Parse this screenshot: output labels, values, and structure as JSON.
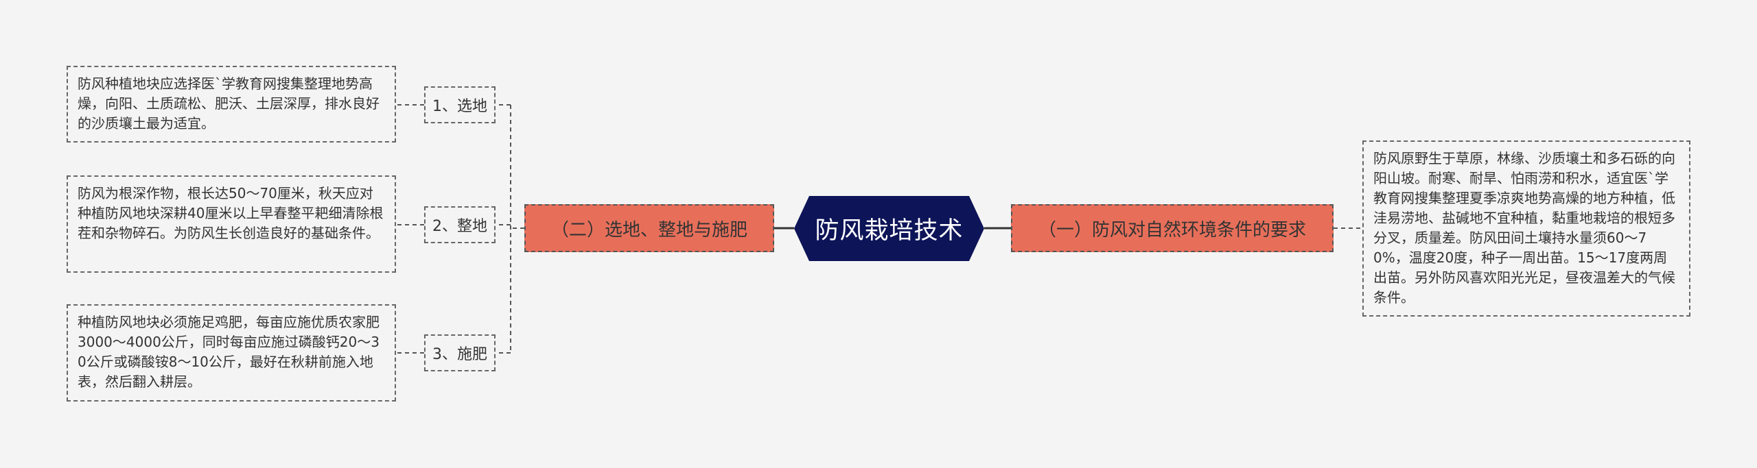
{
  "root": {
    "label": "防风栽培技术"
  },
  "left_branch": {
    "label": "（二）选地、整地与施肥",
    "children": [
      {
        "label": "1、选地",
        "detail": "防风种植地块应选择医`学教育网搜集整理地势高燥，向阳、土质疏松、肥沃、土层深厚，排水良好的沙质壤土最为适宜。"
      },
      {
        "label": "2、整地",
        "detail": "防风为根深作物，根长达50～70厘米，秋天应对种植防风地块深耕40厘米以上早春整平耙细清除根茬和杂物碎石。为防风生长创造良好的基础条件。"
      },
      {
        "label": "3、施肥",
        "detail": "种植防风地块必须施足鸡肥，每亩应施优质农家肥3000～4000公斤，同时每亩应施过磷酸钙20～30公斤或磷酸铵8～10公斤，最好在秋耕前施入地表，然后翻入耕层。"
      }
    ]
  },
  "right_branch": {
    "label": "（一）防风对自然环境条件的要求",
    "detail": "防风原野生于草原，林缘、沙质壤土和多石砾的向阳山坡。耐寒、耐旱、怕雨涝和积水，适宜医`学教育网搜集整理夏季凉爽地势高燥的地方种植，低洼易涝地、盐碱地不宜种植，黏重地栽培的根短多分叉，质量差。防风田间土壤持水量须60～70%，温度20度，种子一周出苗。15～17度两周出苗。另外防风喜欢阳光光足，昼夜温差大的气候条件。"
  },
  "colors": {
    "root_bg": "#0d1458",
    "branch_bg": "#e76f5a",
    "line": "#333333"
  }
}
